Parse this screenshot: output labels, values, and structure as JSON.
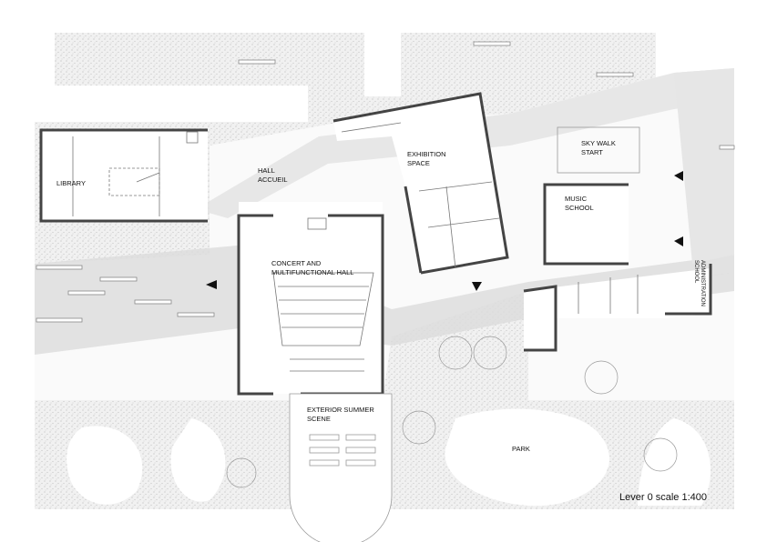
{
  "plan": {
    "rooms": {
      "library": "LIBRARY",
      "hall_line1": "HALL",
      "hall_line2": "ACCUEIL",
      "exhibition_line1": "EXHIBITION",
      "exhibition_line2": "SPACE",
      "skywalk_line1": "SKY WALK",
      "skywalk_line2": "START",
      "music_line1": "MUSIC",
      "music_line2": "SCHOOL",
      "concert_line1": "CONCERT AND",
      "concert_line2": "MULTIFUNCTIONAL HALL",
      "summer_line1": "EXTERIOR SUMMER",
      "summer_line2": "SCENE",
      "park": "PARK",
      "admin_line1": "SCHOOL",
      "admin_line2": "ADMINISTRATION"
    },
    "caption": "Lever 0 scale 1:400",
    "colors": {
      "wall": "#444444",
      "ground": "#e9e9e9",
      "path": "#dcdcdc"
    }
  }
}
